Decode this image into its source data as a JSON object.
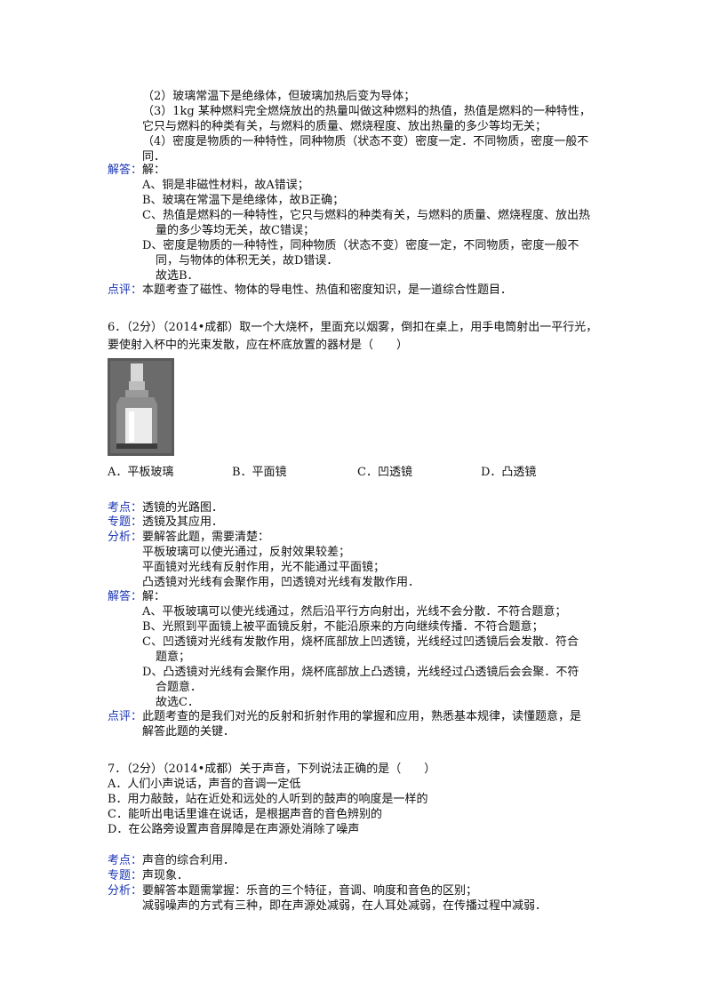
{
  "colors": {
    "label": "#1a35b5",
    "text": "#111111"
  },
  "prev_block": {
    "lines": [
      "（2）玻璃常温下是绝缘体，但玻璃加热后变为导体；",
      "（3）1kg 某种燃料完全燃烧放出的热量叫做这种燃料的热值，热值是燃料的一种特性，",
      "它只与燃料的种类有关，与燃料的质量、燃烧程度、放出热量的多少等均无关；",
      "（4）密度是物质的一种特性，同种物质（状态不变）密度一定．不同物质，密度一般不",
      "同．"
    ],
    "answer_label": "解答：",
    "answer_lines": [
      "解：",
      "A、铜是非磁性材料，故A错误；",
      "B、玻璃在常温下是绝缘体，故B正确；",
      "C、热值是燃料的一种特性，它只与燃料的种类有关，与燃料的质量、燃烧程度、放出热",
      "量的多少等均无关，故C错误；",
      "D、密度是物质的一种特性，同种物质（状态不变）密度一定，不同物质，密度一般不",
      "同，与物体的体积无关，故D错误．",
      "故选B．"
    ],
    "comment_label": "点评：",
    "comment_lines": [
      "本题考查了磁性、物体的导电性、热值和密度知识，是一道综合性题目．"
    ]
  },
  "q6": {
    "lines": [
      "6．（2分）（2014•成都）取一个大烧杯，里面充以烟雾，倒扣在桌上，用手电筒射出一平行光，",
      "要使射入杯中的光束发散，应在杯底放置的器材是（　　）"
    ],
    "options": [
      "A．平板玻璃",
      "B．平面镜",
      "C．凹透镜",
      "D．凸透镜"
    ],
    "kaodian_label": "考点：",
    "kaodian": "透镜的光路图．",
    "zhuanti_label": "专题：",
    "zhuanti": "透镜及其应用．",
    "fenxi_label": "分析：",
    "fenxi_lines": [
      "要解答此题，需要清楚：",
      "平板玻璃可以使光通过，反射效果较差；",
      "平面镜对光线有反射作用，光不能通过平面镜；",
      "凸透镜对光线有会聚作用，凹透镜对光线有发散作用．"
    ],
    "answer_label": "解答：",
    "answer_lines": [
      "解：",
      "A、平板玻璃可以使光线通过，然后沿平行方向射出，光线不会分散．不符合题意；",
      "B、光照到平面镜上被平面镜反射，不能沿原来的方向继续传播．不符合题意；",
      "C、凹透镜对光线有发散作用，烧杯底部放上凹透镜，光线经过凹透镜后会发散．符合",
      "题意；",
      "D、凸透镜对光线有会聚作用，烧杯底部放上凸透镜，光线经过凸透镜后会会聚．不符",
      "合题意．",
      "故选C．"
    ],
    "comment_label": "点评：",
    "comment_lines": [
      "此题考查的是我们对光的反射和折射作用的掌握和应用，熟悉基本规律，读懂题意，是",
      "解答此题的关键．"
    ]
  },
  "q7": {
    "lines": [
      "7．（2分）（2014•成都）关于声音，下列说法正确的是（　　）"
    ],
    "options": [
      "A．人们小声说话，声音的音调一定低",
      "B．用力敲鼓，站在近处和远处的人听到的鼓声的响度是一样的",
      "C．能听出电话里谁在说话，是根据声音的音色辨别的",
      "D．在公路旁设置声音屏障是在声源处消除了噪声"
    ],
    "kaodian_label": "考点：",
    "kaodian": "声音的综合利用．",
    "zhuanti_label": "专题：",
    "zhuanti": "声现象．",
    "fenxi_label": "分析：",
    "fenxi_lines": [
      "要解答本题需掌握：乐音的三个特征，音调、响度和音色的区别；",
      "减弱噪声的方式有三种，即在声源处减弱，在人耳处减弱，在传播过程中减弱．"
    ]
  }
}
